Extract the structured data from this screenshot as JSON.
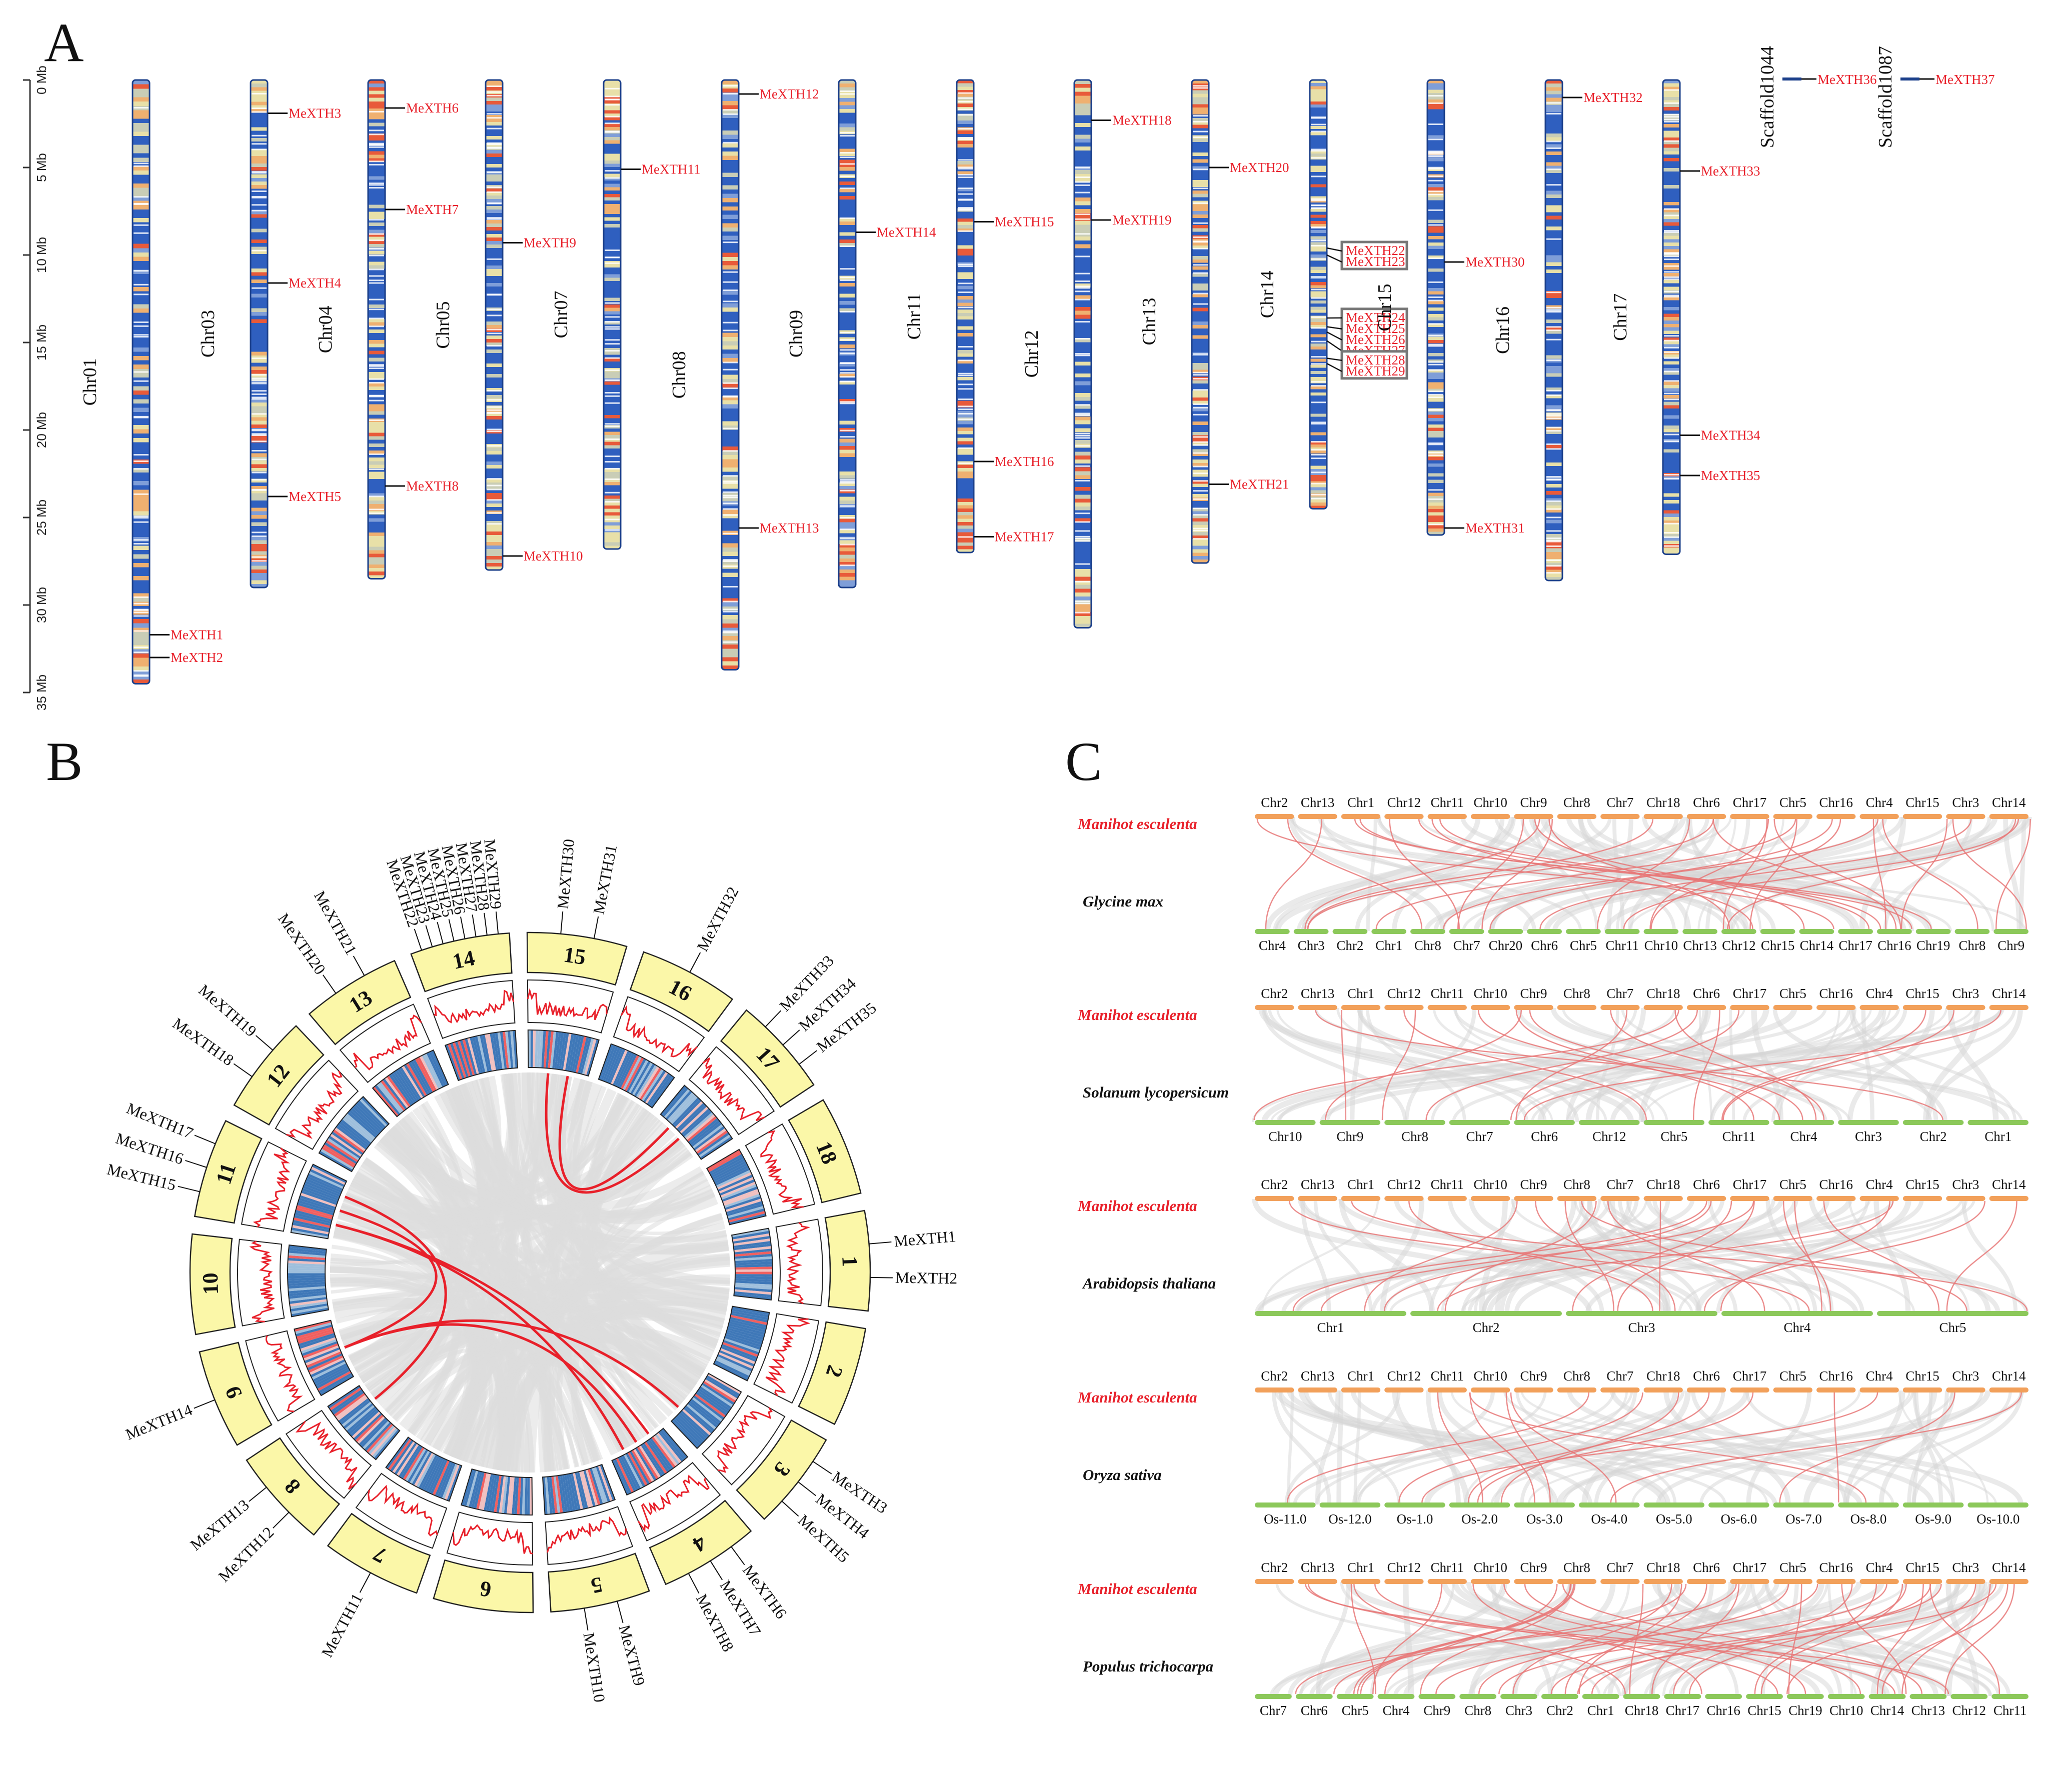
{
  "panels": {
    "a": "A",
    "b": "B",
    "c": "C"
  },
  "colors": {
    "gene_label": "#e8202a",
    "density_low": "#2f5fbf",
    "density_mid": "#e8e0a8",
    "density_high": "#e85a3a",
    "circos_block": "#fbf7a8",
    "link_main": "#e8202a",
    "link_background": "#dcdcdc",
    "syn_top": "#f2a05a",
    "syn_bottom": "#8cc85a",
    "syn_link_red": "#e87878"
  },
  "scale": {
    "ticks": [
      "0 Mb",
      "5 Mb",
      "10 Mb",
      "15 Mb",
      "20 Mb",
      "25 Mb",
      "30 Mb",
      "35 Mb"
    ],
    "tick_values": [
      0,
      5,
      10,
      15,
      20,
      25,
      30,
      35
    ]
  },
  "chromosomes": [
    {
      "name": "Chr01",
      "length": 34.5,
      "genes": [
        {
          "name": "MeXTH1",
          "pos": 31.7
        },
        {
          "name": "MeXTH2",
          "pos": 33.0
        }
      ]
    },
    {
      "name": "Chr03",
      "length": 29.0,
      "genes": [
        {
          "name": "MeXTH3",
          "pos": 1.9
        },
        {
          "name": "MeXTH4",
          "pos": 11.6
        },
        {
          "name": "MeXTH5",
          "pos": 23.8
        }
      ]
    },
    {
      "name": "Chr04",
      "length": 28.5,
      "genes": [
        {
          "name": "MeXTH6",
          "pos": 1.6
        },
        {
          "name": "MeXTH7",
          "pos": 7.4
        },
        {
          "name": "MeXTH8",
          "pos": 23.2
        }
      ]
    },
    {
      "name": "Chr05",
      "length": 28.0,
      "genes": [
        {
          "name": "MeXTH9",
          "pos": 9.3
        },
        {
          "name": "MeXTH10",
          "pos": 27.2
        }
      ]
    },
    {
      "name": "Chr07",
      "length": 26.8,
      "genes": [
        {
          "name": "MeXTH11",
          "pos": 5.1
        }
      ]
    },
    {
      "name": "Chr08",
      "length": 33.7,
      "genes": [
        {
          "name": "MeXTH12",
          "pos": 0.8
        },
        {
          "name": "MeXTH13",
          "pos": 25.6
        }
      ]
    },
    {
      "name": "Chr09",
      "length": 29.0,
      "genes": [
        {
          "name": "MeXTH14",
          "pos": 8.7
        }
      ]
    },
    {
      "name": "Chr11",
      "length": 27.0,
      "genes": [
        {
          "name": "MeXTH15",
          "pos": 8.1
        },
        {
          "name": "MeXTH16",
          "pos": 21.8
        },
        {
          "name": "MeXTH17",
          "pos": 26.1
        }
      ]
    },
    {
      "name": "Chr12",
      "length": 31.3,
      "genes": [
        {
          "name": "MeXTH18",
          "pos": 2.3
        },
        {
          "name": "MeXTH19",
          "pos": 8.0
        }
      ]
    },
    {
      "name": "Chr13",
      "length": 27.6,
      "genes": [
        {
          "name": "MeXTH20",
          "pos": 5.0
        },
        {
          "name": "MeXTH21",
          "pos": 23.1
        }
      ]
    },
    {
      "name": "Chr14",
      "length": 24.5,
      "genes": [
        {
          "name": "MeXTH22",
          "pos": 9.6
        },
        {
          "name": "MeXTH23",
          "pos": 10.0
        },
        {
          "name": "MeXTH24",
          "pos": 13.6
        },
        {
          "name": "MeXTH25",
          "pos": 14.1
        },
        {
          "name": "MeXTH26",
          "pos": 14.4
        },
        {
          "name": "MeXTH27",
          "pos": 14.9
        },
        {
          "name": "MeXTH28",
          "pos": 15.9
        },
        {
          "name": "MeXTH29",
          "pos": 16.2
        }
      ]
    },
    {
      "name": "Chr15",
      "length": 26.0,
      "genes": [
        {
          "name": "MeXTH30",
          "pos": 10.4
        },
        {
          "name": "MeXTH31",
          "pos": 25.6
        }
      ]
    },
    {
      "name": "Chr16",
      "length": 28.6,
      "genes": [
        {
          "name": "MeXTH32",
          "pos": 1.0
        }
      ]
    },
    {
      "name": "Chr17",
      "length": 27.1,
      "genes": [
        {
          "name": "MeXTH33",
          "pos": 5.2
        },
        {
          "name": "MeXTH34",
          "pos": 20.3
        },
        {
          "name": "MeXTH35",
          "pos": 22.6
        }
      ]
    }
  ],
  "scaffolds": [
    {
      "name": "Scaffold1044",
      "gene": "MeXTH36"
    },
    {
      "name": "Scaffold1087",
      "gene": "MeXTH37"
    }
  ],
  "circos": {
    "chromosomes": [
      "1",
      "2",
      "3",
      "4",
      "5",
      "6",
      "7",
      "8",
      "9",
      "10",
      "11",
      "12",
      "13",
      "14",
      "15",
      "16",
      "17",
      "18"
    ],
    "gene_labels": [
      {
        "chr": "1",
        "names": [
          "MeXTH1",
          "MeXTH2"
        ]
      },
      {
        "chr": "3",
        "names": [
          "MeXTH3",
          "MeXTH4",
          "MeXTH5"
        ]
      },
      {
        "chr": "4",
        "names": [
          "MeXTH6",
          "MeXTH7",
          "MeXTH8"
        ]
      },
      {
        "chr": "5",
        "names": [
          "MeXTH9",
          "MeXTH10"
        ]
      },
      {
        "chr": "7",
        "names": [
          "MeXTH11"
        ]
      },
      {
        "chr": "8",
        "names": [
          "MeXTH12",
          "MeXTH13"
        ]
      },
      {
        "chr": "9",
        "names": [
          "MeXTH14"
        ]
      },
      {
        "chr": "11",
        "names": [
          "MeXTH15",
          "MeXTH16",
          "MeXTH17"
        ]
      },
      {
        "chr": "12",
        "names": [
          "MeXTH18",
          "MeXTH19"
        ]
      },
      {
        "chr": "13",
        "names": [
          "MeXTH20",
          "MeXTH21"
        ]
      },
      {
        "chr": "14",
        "names": [
          "MeXTH22",
          "MeXTH23",
          "MeXTH24",
          "MeXTH25",
          "MeXTH26",
          "MeXTH27",
          "MeXTH28",
          "MeXTH29"
        ]
      },
      {
        "chr": "15",
        "names": [
          "MeXTH30",
          "MeXTH31"
        ]
      },
      {
        "chr": "16",
        "names": [
          "MeXTH32"
        ]
      },
      {
        "chr": "17",
        "names": [
          "MeXTH33",
          "MeXTH34",
          "MeXTH35"
        ]
      }
    ],
    "links": [
      [
        "MeXTH15",
        "MeXTH8"
      ],
      [
        "MeXTH15",
        "MeXTH6"
      ],
      [
        "MeXTH16",
        "MeXTH14"
      ],
      [
        "MeXTH17",
        "MeXTH13"
      ],
      [
        "MeXTH14",
        "MeXTH7"
      ],
      [
        "MeXTH14",
        "MeXTH5"
      ],
      [
        "MeXTH30",
        "MeXTH34"
      ],
      [
        "MeXTH31",
        "MeXTH33"
      ]
    ]
  },
  "synteny": {
    "top_chrs": [
      "Chr2",
      "Chr13",
      "Chr1",
      "Chr12",
      "Chr11",
      "Chr10",
      "Chr9",
      "Chr8",
      "Chr7",
      "Chr18",
      "Chr6",
      "Chr17",
      "Chr5",
      "Chr16",
      "Chr4",
      "Chr15",
      "Chr3",
      "Chr14"
    ],
    "blocks": [
      {
        "ref": "Manihot esculenta",
        "target": "Glycine max",
        "bottom_chrs": [
          "Chr4",
          "Chr3",
          "Chr2",
          "Chr1",
          "Chr8",
          "Chr7",
          "Chr20",
          "Chr6",
          "Chr5",
          "Chr11",
          "Chr10",
          "Chr13",
          "Chr12",
          "Chr15",
          "Chr14",
          "Chr17",
          "Chr16",
          "Chr19",
          "Chr8",
          "Chr9"
        ]
      },
      {
        "ref": "Manihot esculenta",
        "target": "Solanum lycopersicum",
        "bottom_chrs": [
          "Chr10",
          "Chr9",
          "Chr8",
          "Chr7",
          "Chr6",
          "Chr12",
          "Chr5",
          "Chr11",
          "Chr4",
          "Chr3",
          "Chr2",
          "Chr1"
        ]
      },
      {
        "ref": "Manihot esculenta",
        "target": "Arabidopsis thaliana",
        "bottom_chrs": [
          "Chr1",
          "Chr2",
          "Chr3",
          "Chr4",
          "Chr5"
        ]
      },
      {
        "ref": "Manihot esculenta",
        "target": "Oryza sativa",
        "bottom_chrs": [
          "Os-11.0",
          "Os-12.0",
          "Os-1.0",
          "Os-2.0",
          "Os-3.0",
          "Os-4.0",
          "Os-5.0",
          "Os-6.0",
          "Os-7.0",
          "Os-8.0",
          "Os-9.0",
          "Os-10.0"
        ]
      },
      {
        "ref": "Manihot esculenta",
        "target": "Populus trichocarpa",
        "bottom_chrs": [
          "Chr7",
          "Chr6",
          "Chr5",
          "Chr4",
          "Chr9",
          "Chr8",
          "Chr3",
          "Chr2",
          "Chr1",
          "Chr18",
          "Chr17",
          "Chr16",
          "Chr15",
          "Chr19",
          "Chr10",
          "Chr14",
          "Chr13",
          "Chr12",
          "Chr11"
        ]
      }
    ]
  }
}
